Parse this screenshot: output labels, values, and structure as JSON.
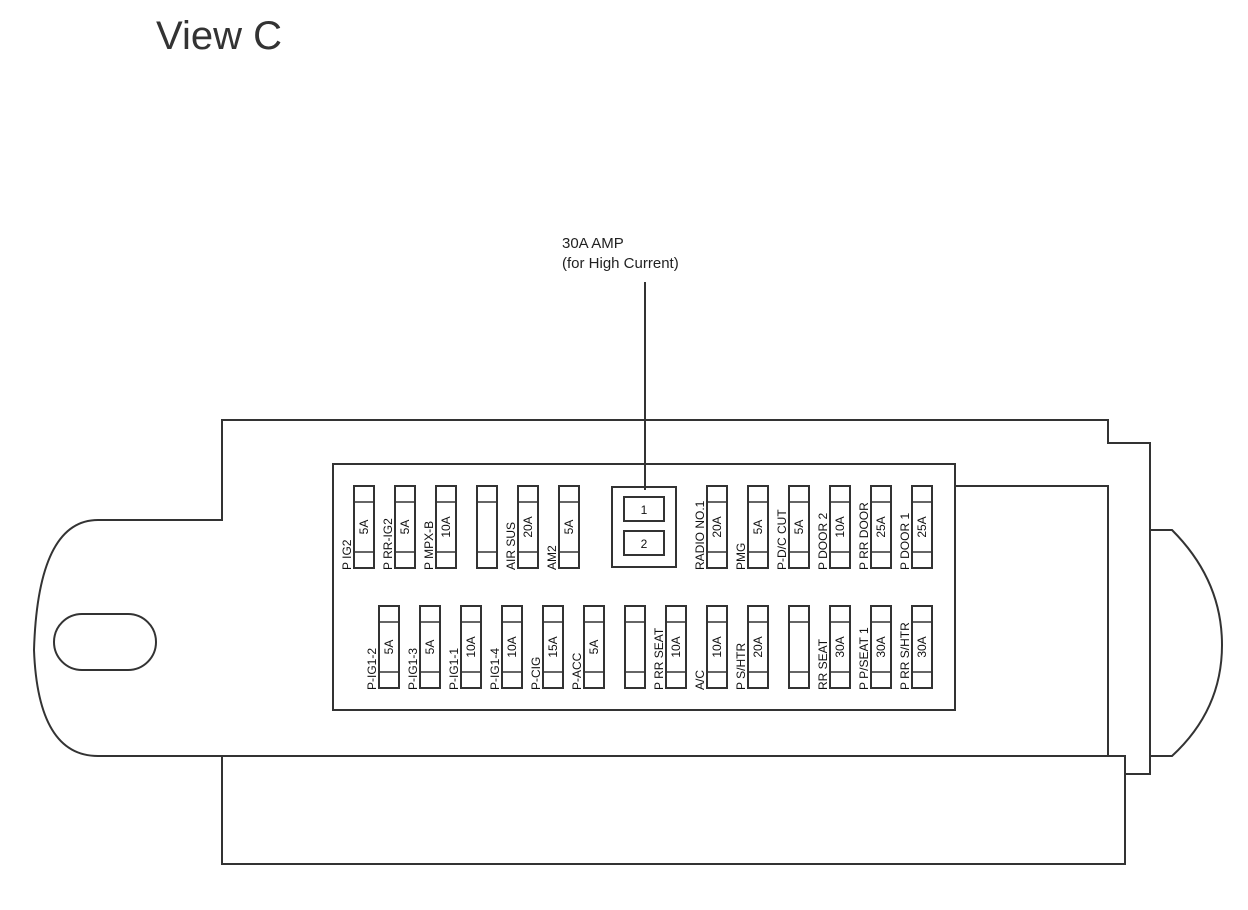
{
  "view_title": "View C",
  "callout": {
    "line1": "30A AMP",
    "line2": "(for High Current)"
  },
  "relay": {
    "slot1": "1",
    "slot2": "2"
  },
  "top_row": [
    {
      "label": "P IG2",
      "amp": "5A"
    },
    {
      "label": "P RR-IG2",
      "amp": "5A"
    },
    {
      "label": "P MPX-B",
      "amp": "10A"
    },
    {
      "label": "",
      "amp": ""
    },
    {
      "label": "AIR SUS",
      "amp": "20A"
    },
    {
      "label": "AM2",
      "amp": "5A"
    },
    {
      "label": "RADIO NO.1",
      "amp": "20A"
    },
    {
      "label": "PMG",
      "amp": "5A"
    },
    {
      "label": "P-D/C CUT",
      "amp": "5A"
    },
    {
      "label": "P DOOR 2",
      "amp": "10A"
    },
    {
      "label": "P RR DOOR",
      "amp": "25A"
    },
    {
      "label": "P DOOR 1",
      "amp": "25A"
    }
  ],
  "bottom_row": [
    {
      "label": "P-IG1-2",
      "amp": "5A"
    },
    {
      "label": "P-IG1-3",
      "amp": "5A"
    },
    {
      "label": "P-IG1-1",
      "amp": "10A"
    },
    {
      "label": "P-IG1-4",
      "amp": "10A"
    },
    {
      "label": "P-CIG",
      "amp": "15A"
    },
    {
      "label": "P-ACC",
      "amp": "5A"
    },
    {
      "label": "",
      "amp": ""
    },
    {
      "label": "P RR SEAT",
      "amp": "10A"
    },
    {
      "label": "A/C",
      "amp": "10A"
    },
    {
      "label": "P S/HTR",
      "amp": "20A"
    },
    {
      "label": "",
      "amp": ""
    },
    {
      "label": "RR SEAT",
      "amp": "30A"
    },
    {
      "label": "P P/SEAT 1",
      "amp": "30A"
    },
    {
      "label": "P RR S/HTR",
      "amp": "30A"
    }
  ]
}
